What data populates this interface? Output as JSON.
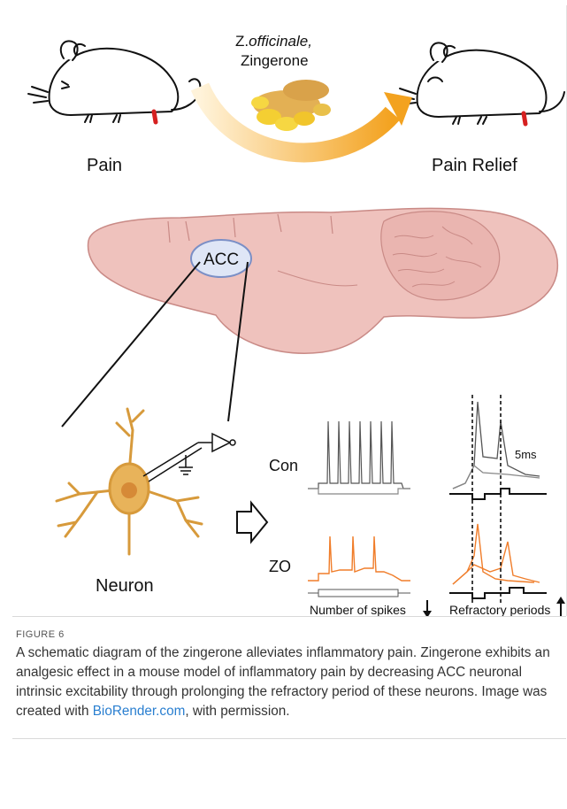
{
  "figure": {
    "label_pain": "Pain",
    "label_relief": "Pain Relief",
    "treatment_line1": "Z.",
    "treatment_line1_italic": "officinale,",
    "treatment_line2": "Zingerone",
    "acc_label": "ACC",
    "neuron_label": "Neuron",
    "trace_con_label": "Con",
    "trace_zo_label": "ZO",
    "time_scale_label": "5ms",
    "spikes_label": "Number of spikes",
    "refractory_label": "Refractory periods",
    "colors": {
      "brain_fill": "#efc2bd",
      "brain_stroke": "#c98a86",
      "trace_con": "#555555",
      "trace_zo": "#f07d2a",
      "arrow_gradient_start": "#fff3da",
      "arrow_gradient_end": "#f3a21f",
      "neuron_fill": "#e8b35a",
      "acc_fill": "#dfe6f6",
      "acc_stroke": "#7b8fc6",
      "link": "#2a7fd0"
    }
  },
  "caption": {
    "label": "FIGURE 6",
    "text_before_link": "A schematic diagram of the zingerone alleviates inflammatory pain. Zingerone exhibits an analgesic effect in a mouse model of inflammatory pain by decreasing ACC neuronal intrinsic excitability through prolonging the refractory period of these neurons. Image was created with ",
    "link_text": "BioRender.com",
    "text_after_link": ", with permission."
  }
}
